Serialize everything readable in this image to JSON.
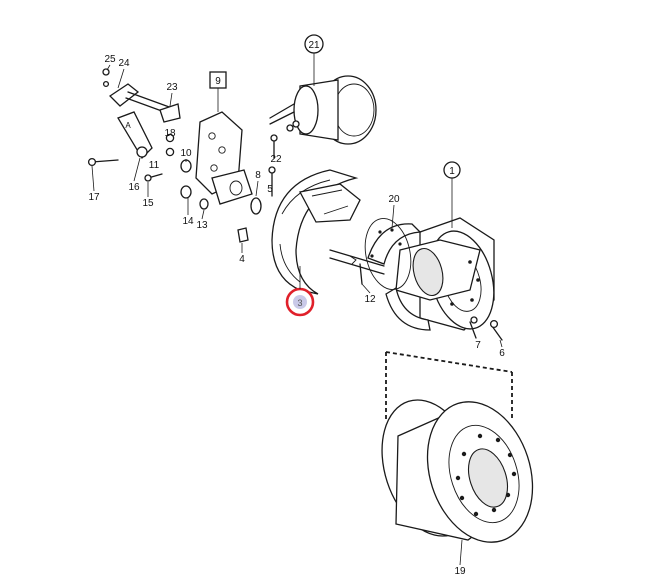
{
  "diagram": {
    "callouts": [
      {
        "id": "c1",
        "label": "1",
        "style": "circle"
      },
      {
        "id": "c21",
        "label": "21",
        "style": "circle"
      },
      {
        "id": "c9",
        "label": "9",
        "style": "box"
      },
      {
        "id": "c3",
        "label": "3",
        "style": "highlight"
      },
      {
        "id": "c25",
        "label": "25",
        "style": "plain"
      },
      {
        "id": "c24",
        "label": "24",
        "style": "plain"
      },
      {
        "id": "c23",
        "label": "23",
        "style": "plain"
      },
      {
        "id": "c18",
        "label": "18",
        "style": "plain"
      },
      {
        "id": "c10",
        "label": "10",
        "style": "plain"
      },
      {
        "id": "c11",
        "label": "11",
        "style": "plain"
      },
      {
        "id": "c16",
        "label": "16",
        "style": "plain"
      },
      {
        "id": "c15",
        "label": "15",
        "style": "plain"
      },
      {
        "id": "c17",
        "label": "17",
        "style": "plain"
      },
      {
        "id": "c22",
        "label": "22",
        "style": "plain"
      },
      {
        "id": "c5",
        "label": "5",
        "style": "plain"
      },
      {
        "id": "c8",
        "label": "8",
        "style": "plain"
      },
      {
        "id": "c14",
        "label": "14",
        "style": "plain"
      },
      {
        "id": "c13",
        "label": "13",
        "style": "plain"
      },
      {
        "id": "c4",
        "label": "4",
        "style": "plain"
      },
      {
        "id": "c20",
        "label": "20",
        "style": "plain"
      },
      {
        "id": "c12",
        "label": "12",
        "style": "plain"
      },
      {
        "id": "c7",
        "label": "7",
        "style": "plain"
      },
      {
        "id": "c6",
        "label": "6",
        "style": "plain"
      },
      {
        "id": "c19",
        "label": "19",
        "style": "plain"
      },
      {
        "id": "cA",
        "label": "A",
        "style": "plain"
      }
    ],
    "highlight_color": "#e0202a",
    "highlight_fill": "#c9c9e8"
  }
}
